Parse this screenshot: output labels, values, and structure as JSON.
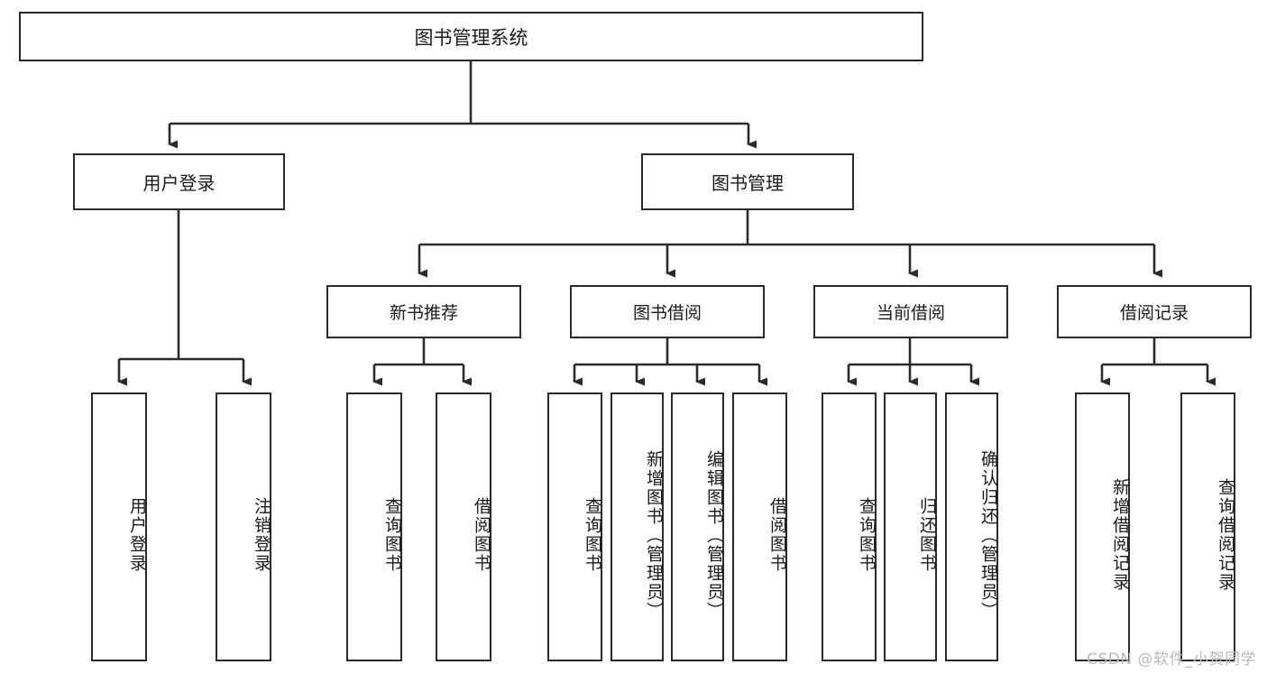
{
  "diagram": {
    "type": "tree-hierarchy-chart",
    "title": "图书管理系统",
    "watermark": "CSDN @软件_小贺同学",
    "colors": {
      "box_border": "#2b2b2b",
      "box_fill": "#ffffff",
      "connector": "#1f1f1f",
      "text": "#1a1a1a",
      "watermark": "#b9b9b9"
    },
    "root": {
      "label": "图书管理系统"
    },
    "level2": [
      {
        "label": "用户登录"
      },
      {
        "label": "图书管理"
      }
    ],
    "level3": [
      {
        "label": "新书推荐"
      },
      {
        "label": "图书借阅"
      },
      {
        "label": "当前借阅"
      },
      {
        "label": "借阅记录"
      }
    ],
    "leaves": {
      "user_login": [
        {
          "label": "用户登录"
        },
        {
          "label": "注销登录"
        }
      ],
      "new_book_recommend": [
        {
          "label": "查询图书"
        },
        {
          "label": "借阅图书"
        }
      ],
      "book_borrow": [
        {
          "label": "查询图书"
        },
        {
          "label": "新增图书（管理员）"
        },
        {
          "label": "编辑图书（管理员）"
        },
        {
          "label": "借阅图书"
        }
      ],
      "current_borrow": [
        {
          "label": "查询图书"
        },
        {
          "label": "归还图书"
        },
        {
          "label": "确认归还（管理员）"
        }
      ],
      "borrow_record": [
        {
          "label": "新增借阅记录"
        },
        {
          "label": "查询借阅记录"
        }
      ]
    }
  }
}
